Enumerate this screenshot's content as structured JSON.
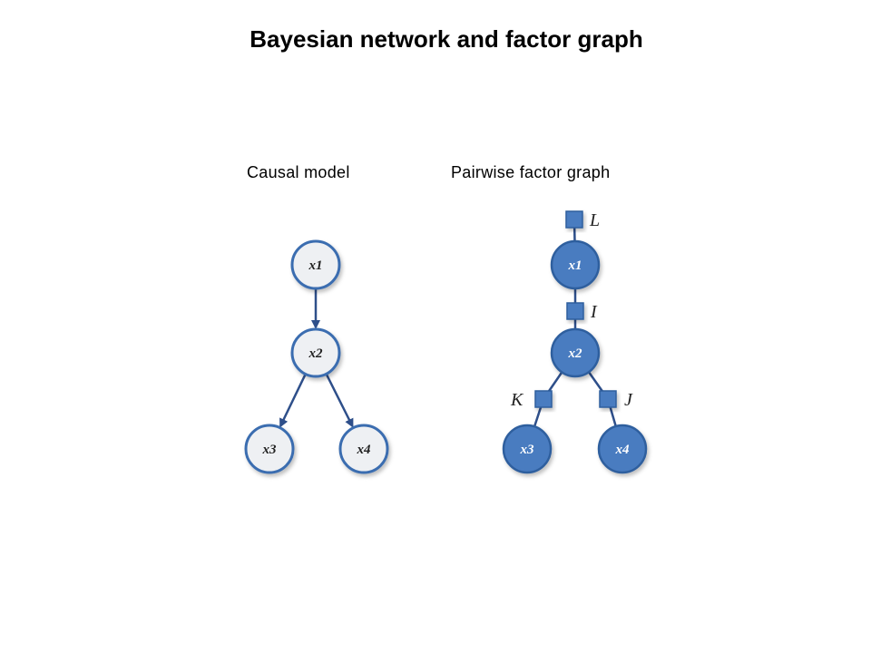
{
  "title": "Bayesian network and factor graph",
  "causal_model": {
    "caption": "Causal model",
    "nodes": [
      {
        "id": "x1",
        "label": "x1"
      },
      {
        "id": "x2",
        "label": "x2"
      },
      {
        "id": "x3",
        "label": "x3"
      },
      {
        "id": "x4",
        "label": "x4"
      }
    ],
    "edges": [
      {
        "from": "x1",
        "to": "x2",
        "directed": true
      },
      {
        "from": "x2",
        "to": "x3",
        "directed": true
      },
      {
        "from": "x2",
        "to": "x4",
        "directed": true
      }
    ]
  },
  "factor_graph": {
    "caption": "Pairwise factor graph",
    "nodes": [
      {
        "id": "x1",
        "label": "x1"
      },
      {
        "id": "x2",
        "label": "x2"
      },
      {
        "id": "x3",
        "label": "x3"
      },
      {
        "id": "x4",
        "label": "x4"
      }
    ],
    "factors": [
      {
        "id": "L",
        "label": "L",
        "connects": [
          "x1"
        ]
      },
      {
        "id": "I",
        "label": "I",
        "connects": [
          "x1",
          "x2"
        ]
      },
      {
        "id": "K",
        "label": "K",
        "connects": [
          "x2",
          "x3"
        ]
      },
      {
        "id": "J",
        "label": "J",
        "connects": [
          "x2",
          "x4"
        ]
      }
    ]
  },
  "colors": {
    "edge": "#2e4f8a",
    "causal_node_fill": "#eef0f3",
    "causal_node_stroke": "#3b6db0",
    "causal_node_text": "#222222",
    "factor_node_fill": "#4a7cc0",
    "factor_node_stroke": "#2f5e9e",
    "factor_node_text": "#ffffff",
    "factor_square_fill": "#4a7cc0",
    "factor_square_stroke": "#2f5e9e"
  }
}
